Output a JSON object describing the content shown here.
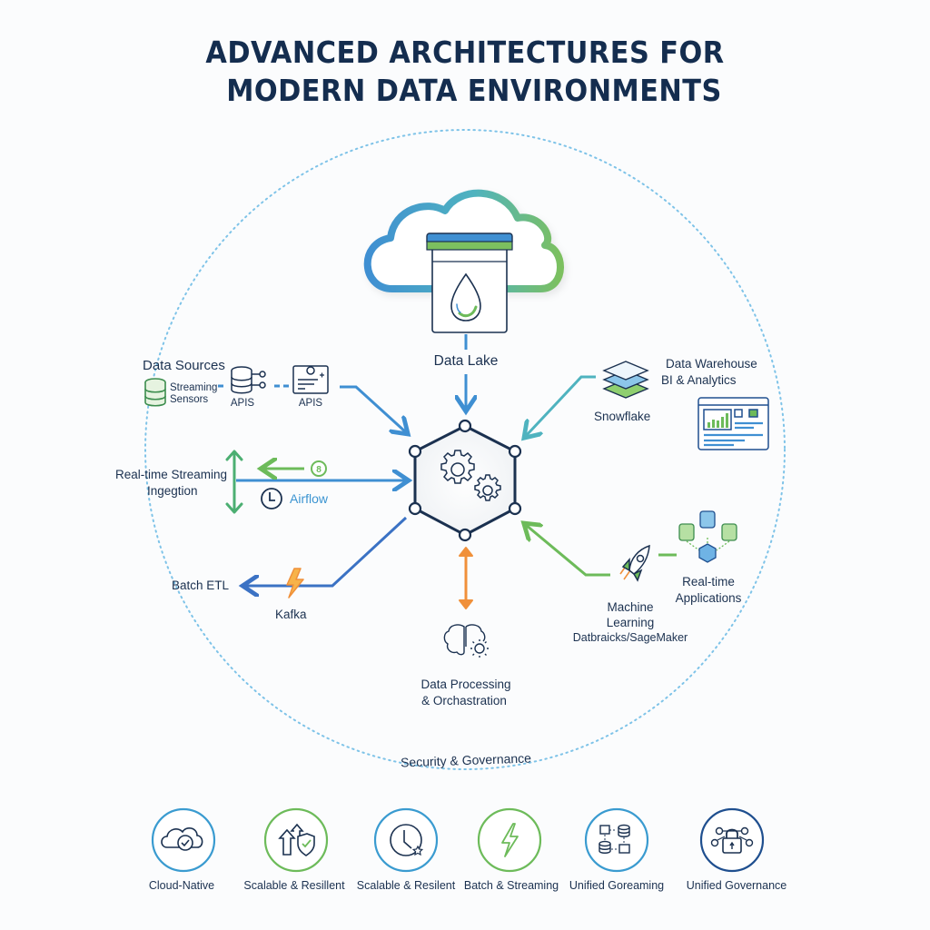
{
  "title": {
    "line1": "ADVANCED ARCHITECTURES FOR",
    "line2": "MODERN DATA ENVIRONMENTS"
  },
  "colors": {
    "navy": "#1b3150",
    "blue": "#3f8fd2",
    "teal": "#4fb3bf",
    "green": "#6dbb5a",
    "orange": "#f0903a",
    "dotted_ring": "#7ec3e8"
  },
  "hub": {
    "icon": "gears-icon",
    "shape": "hexagon"
  },
  "nodes": {
    "data_lake": {
      "label": "Data Lake",
      "icon": "cloud-jar-droplet-icon"
    },
    "data_sources": {
      "title": "Data Sources",
      "streaming_line1": "Streaming",
      "streaming_line2": "Sensors",
      "api_1": "APIS",
      "api_2": "APIS"
    },
    "realtime_ingestion": {
      "line1": "Real-time Streaming",
      "line2": "Ingegtion",
      "tool": "Airflow"
    },
    "batch_etl": {
      "label": "Batch ETL",
      "tool": "Kafka"
    },
    "data_warehouse": {
      "line1": "Data Warehouse",
      "line2": "BI & Analytics",
      "tool": "Snowflake"
    },
    "machine_learning": {
      "line1": "Machine",
      "line2": "Learning",
      "line3": "Datbraicks/SageMaker"
    },
    "realtime_apps": {
      "line1": "Real-time",
      "line2": "Applications"
    },
    "processing": {
      "line1": "Data Processing",
      "line2": "& Orchastration"
    },
    "ring_label": "Security & Governance"
  },
  "features": [
    {
      "label": "Cloud-Native",
      "icon": "cloud-check-icon",
      "ring": "#3a9bd0"
    },
    {
      "label": "Scalable & Resillent",
      "icon": "arrows-shield-icon",
      "ring": "#6dbb5a"
    },
    {
      "label": "Scalable & Resilent",
      "icon": "clock-star-icon",
      "ring": "#3a9bd0"
    },
    {
      "label": "Batch & Streaming",
      "icon": "lightning-icon",
      "ring": "#6dbb5a"
    },
    {
      "label": "Unified Goreaming",
      "icon": "data-flow-icon",
      "ring": "#3a9bd0"
    },
    {
      "label": "Unified Governance",
      "icon": "lock-network-icon",
      "ring": "#1f4f8f"
    }
  ]
}
